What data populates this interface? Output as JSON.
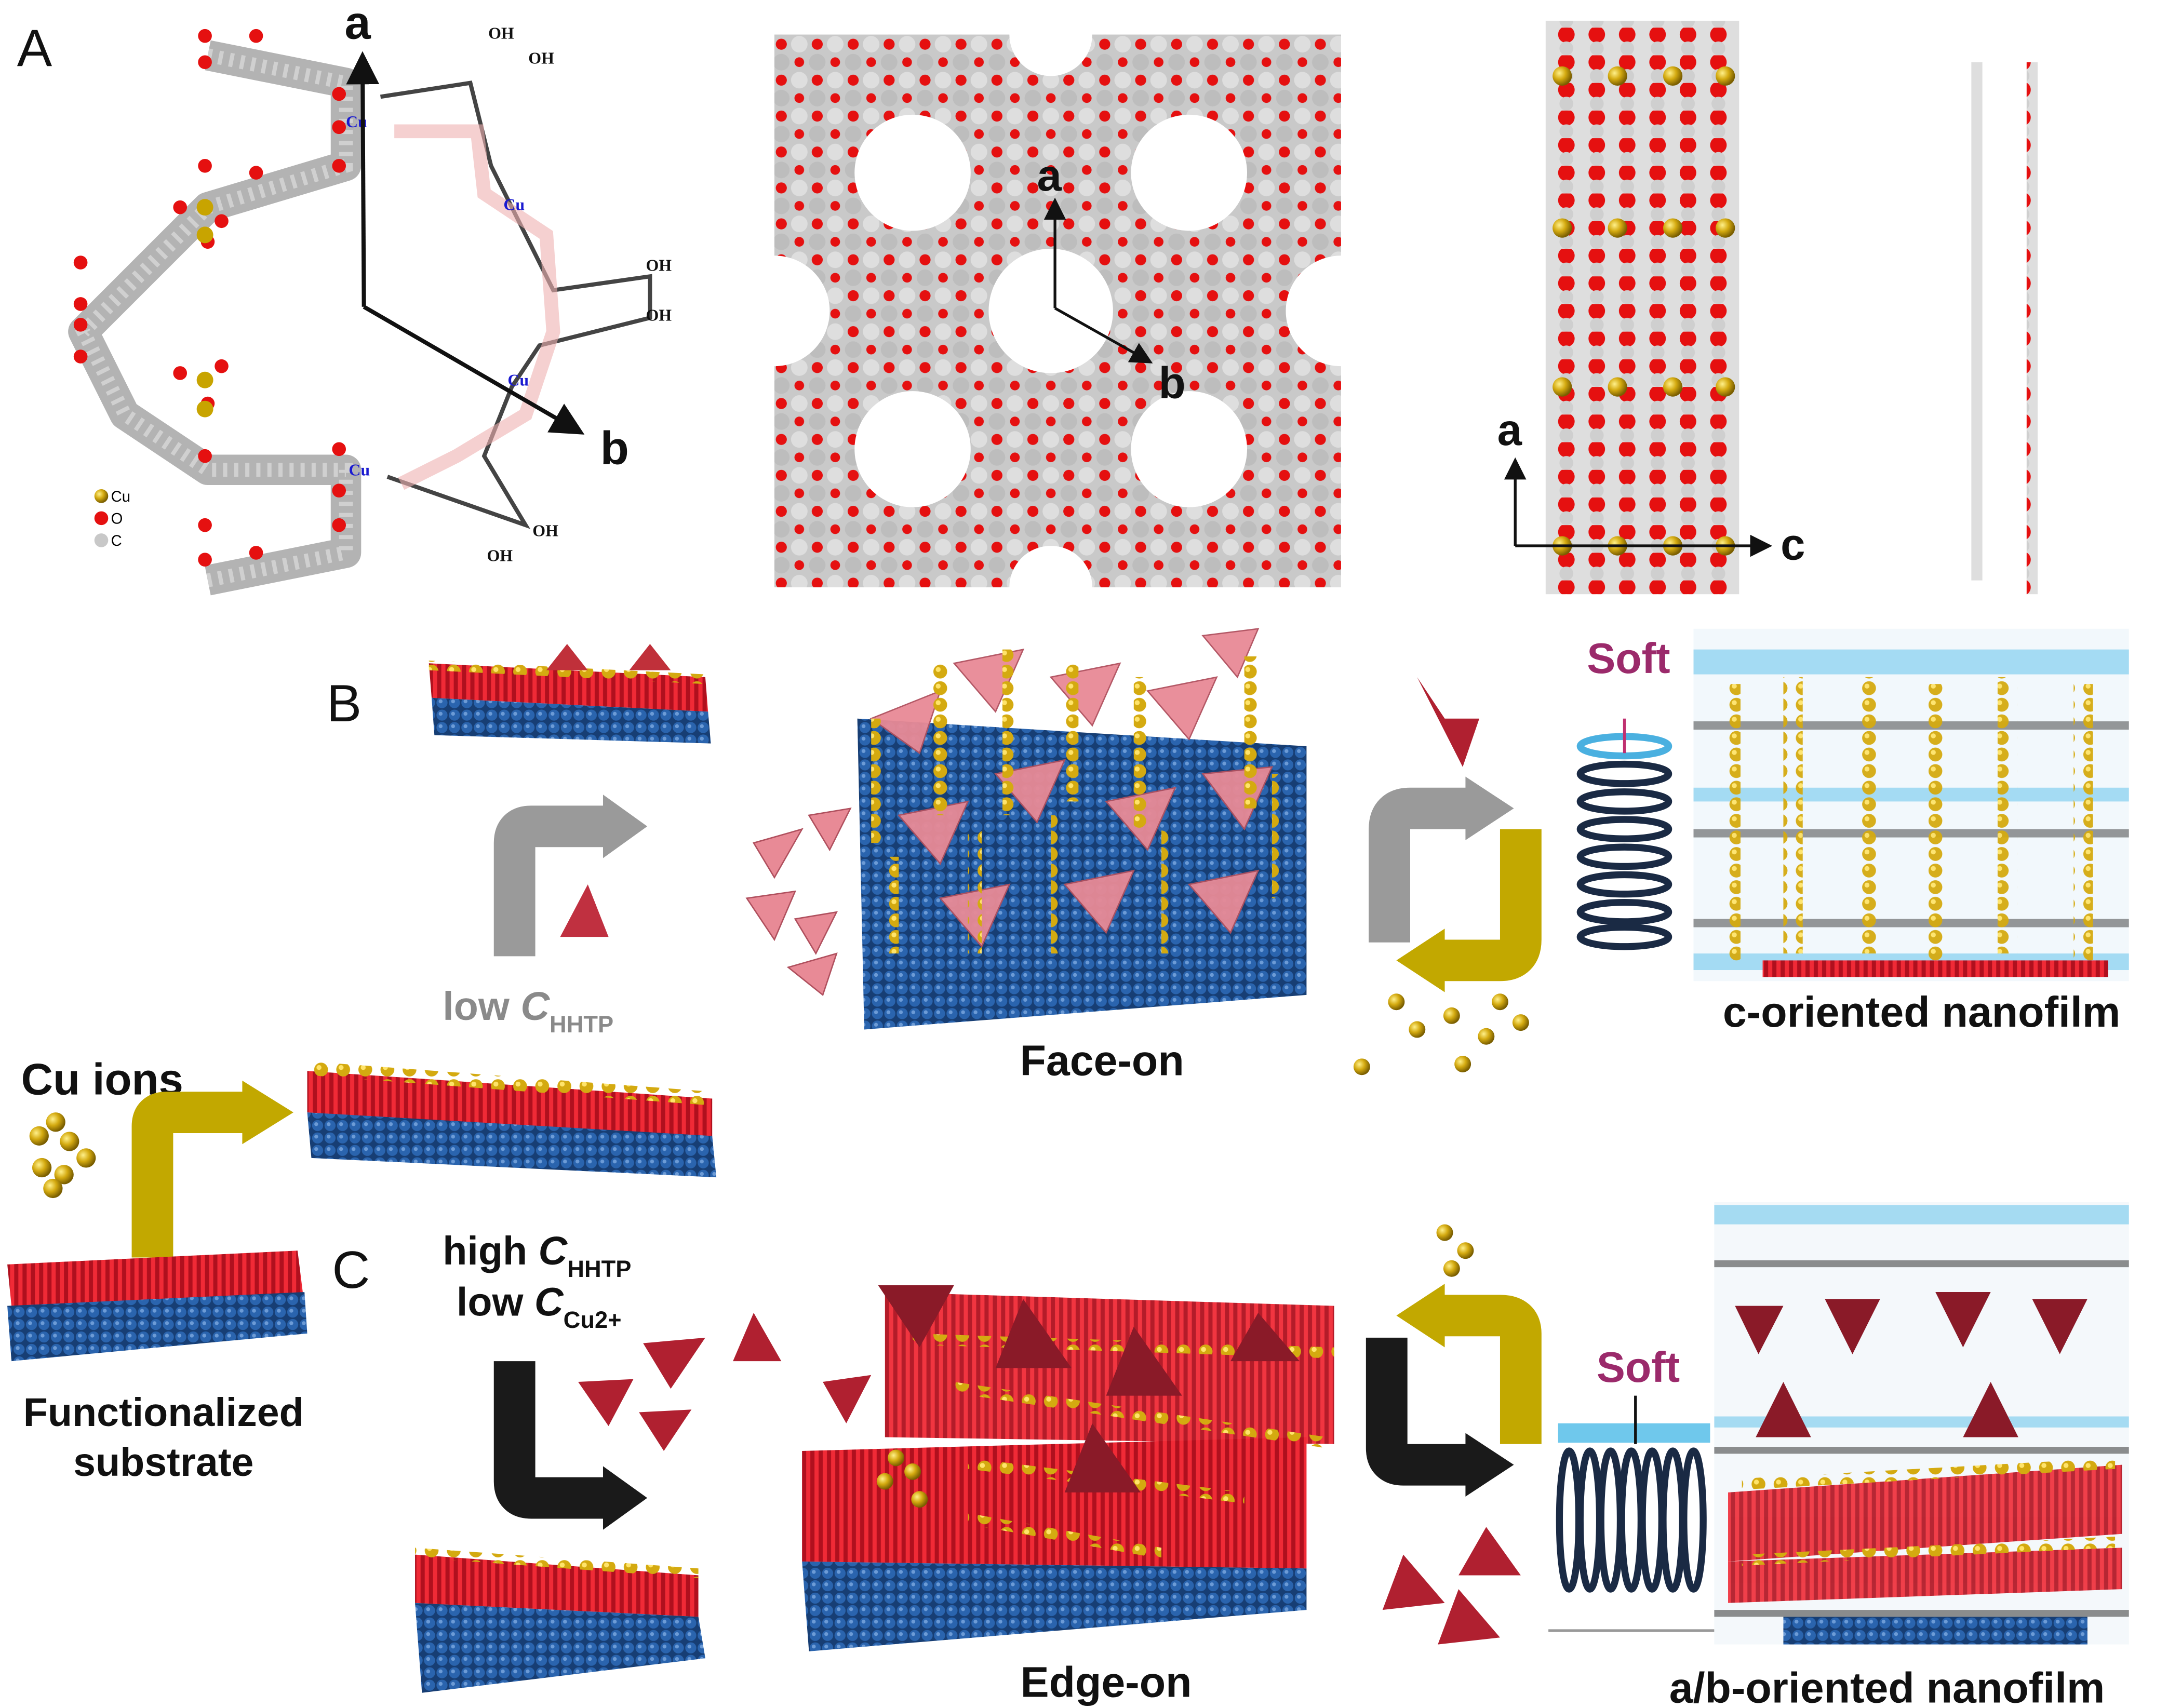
{
  "panels": {
    "a": "A",
    "b": "B",
    "c": "C"
  },
  "panel_a": {
    "axis_a": "a",
    "axis_b": "b",
    "axis_c": "c",
    "metal_label": "Cu",
    "hydroxyl_label": "OH",
    "legend": [
      {
        "label": "Cu",
        "color": "#c8a400"
      },
      {
        "label": "O",
        "color": "#e00000"
      },
      {
        "label": "C",
        "color": "#c8c8c8"
      }
    ]
  },
  "panel_b": {
    "condition": {
      "prefix": "low ",
      "symbol": "C",
      "subscript": "HHTP"
    },
    "face_on": "Face-on",
    "soft": "Soft",
    "product": "c-oriented nanofilm"
  },
  "panel_c": {
    "condition1": {
      "prefix": "high ",
      "symbol": "C",
      "subscript": "HHTP"
    },
    "condition2": {
      "prefix": "low ",
      "symbol": "C",
      "subscript": "Cu2+"
    },
    "edge_on": "Edge-on",
    "soft": "Soft",
    "product": "a/b-oriented nanofilm"
  },
  "common": {
    "cu_ions": "Cu ions",
    "substrate_line1": "Functionalized",
    "substrate_line2": "substrate"
  },
  "colors": {
    "cu": "#c8a400",
    "oxygen": "#e00000",
    "carbon": "#c8c8c8",
    "substrate": "#1f4e8c",
    "linker": "#d0243a",
    "hhtp": "#e88a96",
    "soft": "#9b2a6b",
    "grey_arrow": "#9a9a9a",
    "gold_arrow": "#c2a800",
    "black_arrow": "#1a1a1a"
  }
}
